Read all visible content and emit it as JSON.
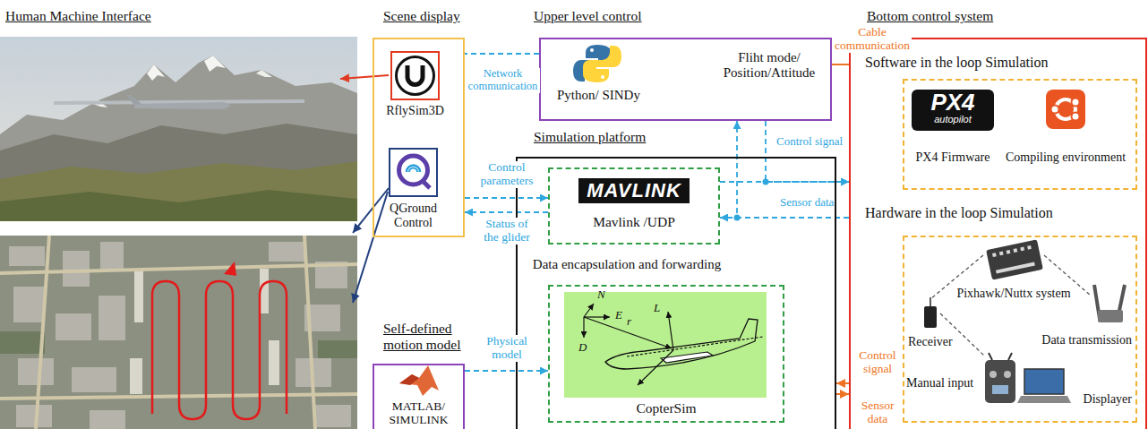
{
  "diagram": {
    "nodes": [
      {
        "text": [
          "Scene display"
        ]
      },
      {
        "text": [
          "RflySim3D"
        ],
        "in": 0
      },
      {
        "text": [
          "QGround Control"
        ],
        "in": 0
      },
      {
        "text": [
          "Upper level control",
          "Python/ SINDy",
          "Fliht mode/ Position/Attitude"
        ]
      },
      {
        "text": [
          "Simulation platform"
        ]
      },
      {
        "text": [
          "MAVLINK",
          "Mavlink /UDP",
          "Data encapsulation and forwarding"
        ],
        "in": 4
      },
      {
        "text": [
          "CopterSim"
        ],
        "in": 4
      },
      {
        "text": [
          "Bottom control system"
        ]
      },
      {
        "text": [
          "Software in the loop Simulation",
          "PX4",
          "autopilot",
          "PX4 Firmware",
          "Compiling environment"
        ],
        "in": 7
      },
      {
        "text": [
          "Hardware in the loop Simulation",
          "Pixhawk/Nuttx system",
          "Receiver",
          "Data transmission",
          "Manual input",
          "Displayer"
        ],
        "in": 7
      },
      {
        "text": [
          "Self-defined motion model",
          "MATLAB/ SIMULINK"
        ]
      }
    ],
    "edges": [
      {
        "from": 3,
        "to": 0,
        "arrow": "none",
        "label": "Network communication"
      },
      {
        "from": 0,
        "to": 5,
        "arrow": "to",
        "label": "Control parameters"
      },
      {
        "from": 5,
        "to": 0,
        "arrow": "to",
        "label": "Status of the glider"
      },
      {
        "from": 3,
        "to": 7,
        "arrow": "none",
        "label": "Cable communication"
      },
      {
        "from": 5,
        "to": 7,
        "arrow": "to",
        "label": "Control signal"
      },
      {
        "from": 7,
        "to": 5,
        "arrow": "to",
        "label": "Sensor data"
      },
      {
        "from": 3,
        "to": 7,
        "arrow": "to"
      },
      {
        "from": 7,
        "to": 3,
        "arrow": "to"
      },
      {
        "from": 10,
        "to": 6,
        "arrow": "to",
        "label": "Physical model"
      },
      {
        "from": 7,
        "to": 4,
        "arrow": "to",
        "label": "Control signal"
      },
      {
        "from": 4,
        "to": 7,
        "arrow": "to",
        "label": "Sensor data"
      }
    ],
    "labels": [
      "Human Machine Interface",
      "N",
      "E",
      "D",
      "r",
      "L"
    ]
  }
}
